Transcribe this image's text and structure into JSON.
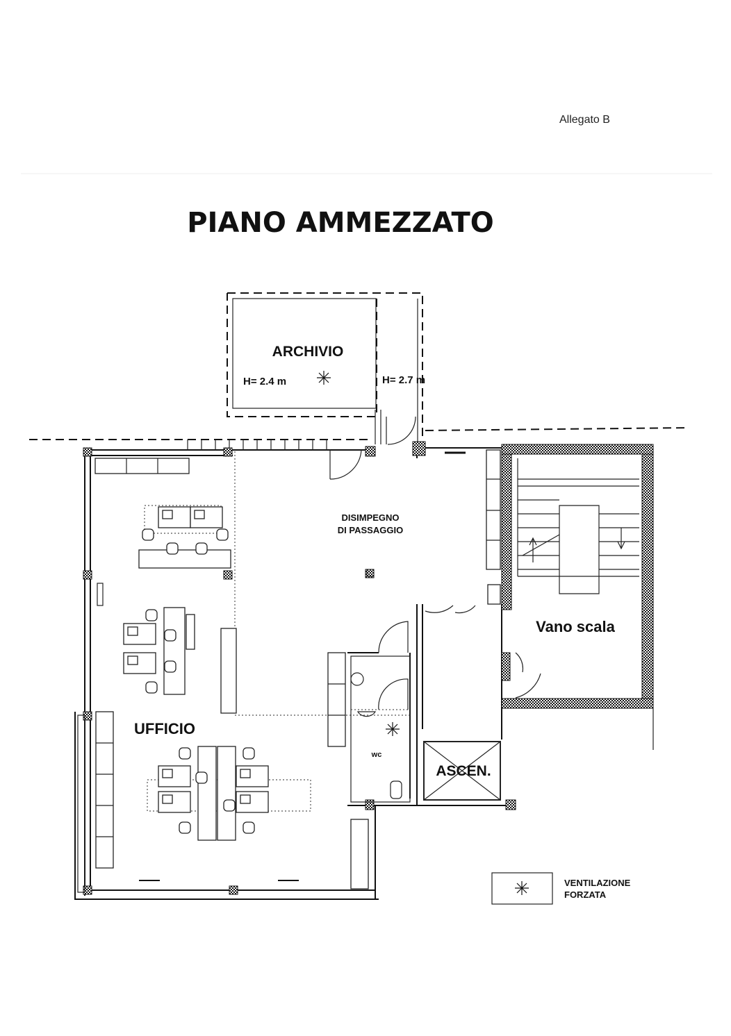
{
  "header": {
    "annex": "Allegato B",
    "title": "PIANO AMMEZZATO"
  },
  "rooms": {
    "archivio": "ARCHIVIO",
    "archivio_height": "H= 2.4 m",
    "corridor_height": "H= 2.7 m",
    "disimpegno_line1": "DISIMPEGNO",
    "disimpegno_line2": "DI PASSAGGIO",
    "vano_scala": "Vano scala",
    "ufficio": "UFFICIO",
    "wc": "wc",
    "ascensore": "ASCEN."
  },
  "legend": {
    "symbol": "asterisk-icon",
    "line1": "VENTILAZIONE",
    "line2": "FORZATA"
  }
}
